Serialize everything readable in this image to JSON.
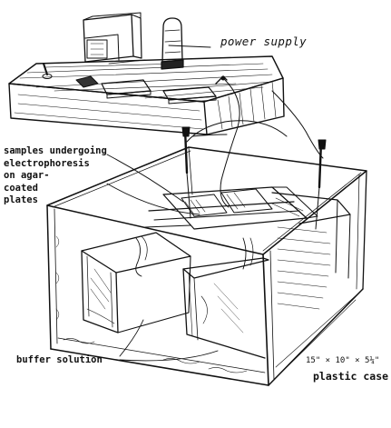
{
  "labels": {
    "power_supply": "power supply",
    "samples_lines": [
      "samples undergoing",
      "electrophoresis",
      "on agar-",
      "coated",
      "plates"
    ],
    "buffer_solution": "buffer solution",
    "case_dimensions": "15\" × 10\" × 5¼\"",
    "plastic_case": "plastic case"
  },
  "colors": {
    "ink": "#111111",
    "paper": "#ffffff"
  }
}
